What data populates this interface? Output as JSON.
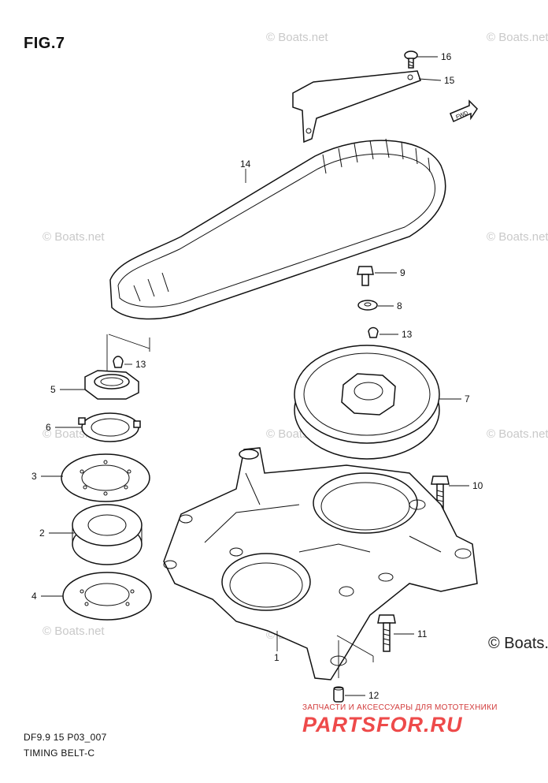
{
  "figure": {
    "title": "FIG.7",
    "code": "DF9.9 15 P03_007",
    "name": "TIMING BELT-C"
  },
  "watermark": {
    "text": "© Boats.net",
    "corner_text": "© Boats."
  },
  "branding": {
    "tagline": "ЗАПЧАСТИ И АКСЕССУАРЫ ДЛЯ МОТОТЕХНИКИ",
    "logo": "PARTSFOR.RU",
    "accent_color": "#ee4a4a"
  },
  "fwd_label": "FWD",
  "callouts": [
    {
      "id": "c16",
      "label": "16"
    },
    {
      "id": "c15",
      "label": "15"
    },
    {
      "id": "c14",
      "label": "14"
    },
    {
      "id": "c9",
      "label": "9"
    },
    {
      "id": "c8",
      "label": "8"
    },
    {
      "id": "c13a",
      "label": "13"
    },
    {
      "id": "c13b",
      "label": "13"
    },
    {
      "id": "c5",
      "label": "5"
    },
    {
      "id": "c7",
      "label": "7"
    },
    {
      "id": "c6",
      "label": "6"
    },
    {
      "id": "c3",
      "label": "3"
    },
    {
      "id": "c10",
      "label": "10"
    },
    {
      "id": "c2",
      "label": "2"
    },
    {
      "id": "c4",
      "label": "4"
    },
    {
      "id": "c11",
      "label": "11"
    },
    {
      "id": "c1",
      "label": "1"
    },
    {
      "id": "c12",
      "label": "12"
    }
  ]
}
